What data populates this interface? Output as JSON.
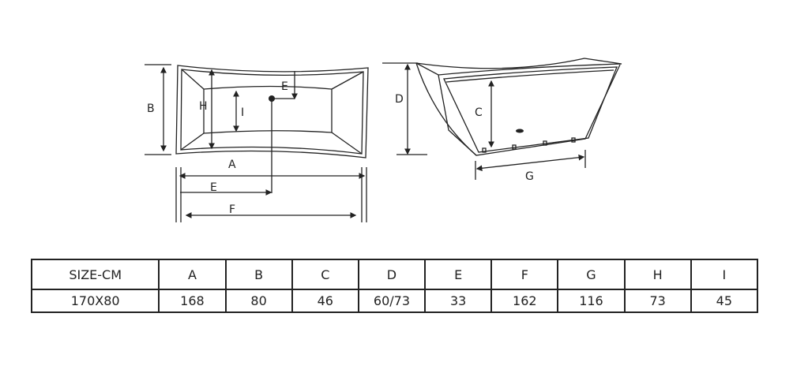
{
  "drawing": {
    "top_view_labels": {
      "A": "A",
      "B": "B",
      "E_top": "E",
      "E_bottom": "E",
      "F": "F",
      "H": "H",
      "I": "I"
    },
    "side_view_labels": {
      "C": "C",
      "D": "D",
      "G": "G"
    }
  },
  "table": {
    "headers": [
      "SIZE-CM",
      "A",
      "B",
      "C",
      "D",
      "E",
      "F",
      "G",
      "H",
      "I"
    ],
    "rows": [
      [
        "170X80",
        "168",
        "80",
        "46",
        "60/73",
        "33",
        "162",
        "116",
        "73",
        "45"
      ]
    ]
  }
}
